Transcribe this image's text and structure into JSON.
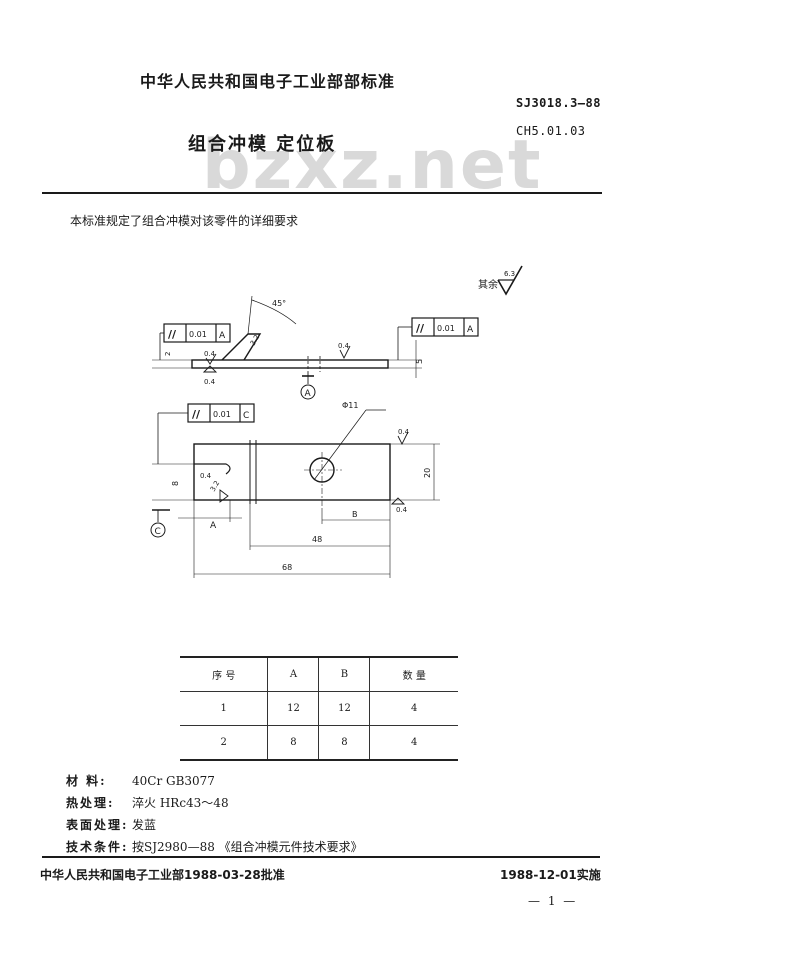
{
  "header": {
    "organization": "中华人民共和国电子工业部部标准",
    "standard_no": "SJ3018.3—88",
    "standard_sub_no": "CH5.01.03",
    "title": "组合冲模   定位板",
    "watermark": "bzxz.net"
  },
  "scope_text": "本标准规定了组合冲模对该零件的详细要求",
  "drawing": {
    "roughness_rest_label": "其余",
    "roughness_rest_value": "6.3",
    "tolerance_1": {
      "symbol": "//",
      "value": "0.01",
      "datum": "A"
    },
    "tolerance_2": {
      "symbol": "//",
      "value": "0.01",
      "datum": "A"
    },
    "tolerance_3": {
      "symbol": "//",
      "value": "0.01",
      "datum": "C"
    },
    "angle": "45°",
    "dim_2": "2",
    "dim_5": "5",
    "roughness_values": [
      "3.2",
      "0.4",
      "0.4",
      "0.4",
      "0.4",
      "0.4",
      "3.2",
      "0.4"
    ],
    "datum_a": "A",
    "datum_c": "C",
    "hole": "Φ11",
    "dim_20": "20",
    "dim_8": "8",
    "dim_a": "A",
    "dim_b": "B",
    "dim_48": "48",
    "dim_68": "68"
  },
  "spec_table": {
    "headers": [
      "序  号",
      "A",
      "B",
      "数  量"
    ],
    "rows": [
      [
        "1",
        "12",
        "12",
        "4"
      ],
      [
        "2",
        "8",
        "8",
        "4"
      ]
    ]
  },
  "requirements": {
    "material_label": "材  料:",
    "material_value": "40Cr  GB3077",
    "heat_label": "热处理:",
    "heat_value": "淬火  HRc43～48",
    "surface_label": "表面处理:",
    "surface_value": "发蓝",
    "tech_label": "技术条件:",
    "tech_value": "按SJ2980—88  《组合冲模元件技术要求》"
  },
  "footer": {
    "approval": "中华人民共和国电子工业部1988-03-28批准",
    "implementation": "1988-12-01实施",
    "page_number": "— 1 —"
  }
}
